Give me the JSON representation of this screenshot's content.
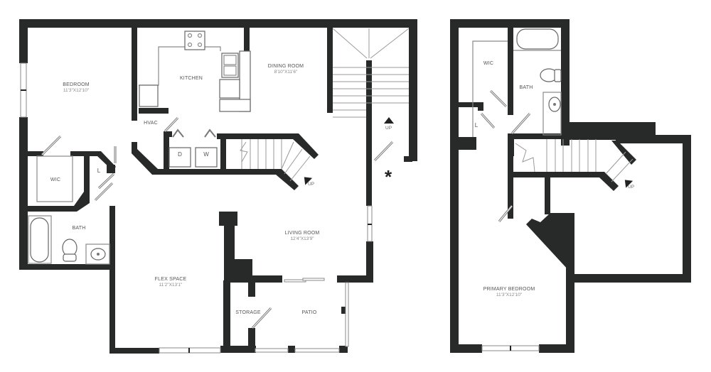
{
  "floor_plan": {
    "first_floor": {
      "rooms": [
        {
          "id": "bedroom",
          "name": "BEDROOM",
          "dimensions": "11'3\"X12'10\""
        },
        {
          "id": "kitchen",
          "name": "KITCHEN"
        },
        {
          "id": "dining",
          "name": "DINING ROOM",
          "dimensions": "8'10\"X11'6\""
        },
        {
          "id": "living",
          "name": "LIVING ROOM",
          "dimensions": "12'4\"X13'9\""
        },
        {
          "id": "flex",
          "name": "FLEX SPACE",
          "dimensions": "11'2\"X13'1\""
        },
        {
          "id": "wic",
          "name": "WIC"
        },
        {
          "id": "bath",
          "name": "BATH"
        },
        {
          "id": "hvac",
          "name": "HVAC"
        },
        {
          "id": "storage",
          "name": "STORAGE"
        },
        {
          "id": "patio",
          "name": "PATIO"
        }
      ],
      "appliances": {
        "dryer": "D",
        "washer": "W"
      },
      "linen": "L",
      "stairs_up": [
        "UP",
        "UP"
      ],
      "marker": "*"
    },
    "second_floor": {
      "rooms": [
        {
          "id": "primary",
          "name": "PRIMARY BEDROOM",
          "dimensions": "11'3\"X12'10\""
        },
        {
          "id": "wic2",
          "name": "WIC"
        },
        {
          "id": "bath2",
          "name": "BATH"
        }
      ],
      "linen": "L",
      "stairs_up": "UP"
    },
    "colors": {
      "wall": "#272a29",
      "fixture": "#8a8a8a",
      "background": "#ffffff"
    }
  }
}
